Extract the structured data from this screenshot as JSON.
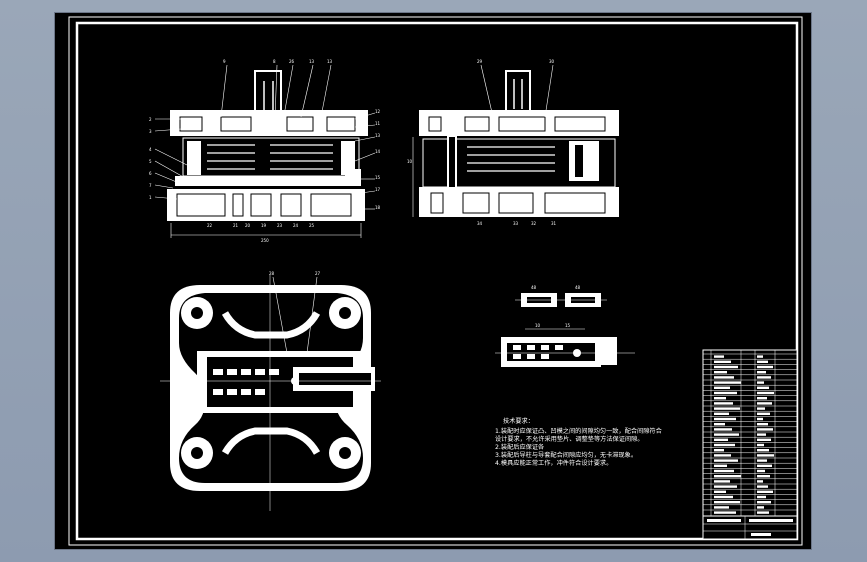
{
  "drawing": {
    "technical_requirements": {
      "title": "技术要求：",
      "lines": [
        "1.装配时应保证凸、凹模之间的间隙均匀一致，配合间隙符合",
        "设计要求，不允许采用垫片、调整垫等方法保证间隙。",
        "2.装配后应保证各",
        "3.装配后导柱与导套配合间隙应均匀，无卡滞现象。",
        "4.模具应能正常工作，冲件符合设计要求。"
      ]
    }
  }
}
